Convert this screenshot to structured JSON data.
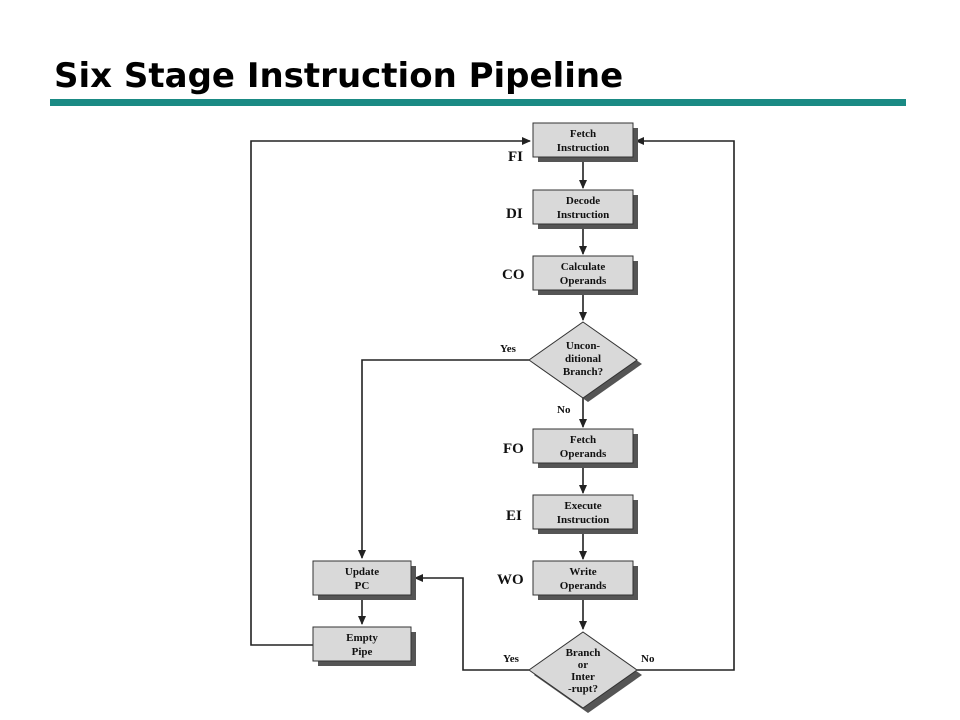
{
  "slide": {
    "title": "Six Stage Instruction Pipeline",
    "accent_color": "#1a8a84"
  },
  "diagram": {
    "stages": [
      {
        "id": "fi",
        "code": "FI",
        "line1": "Fetch",
        "line2": "Instruction"
      },
      {
        "id": "di",
        "code": "DI",
        "line1": "Decode",
        "line2": "Instruction"
      },
      {
        "id": "co",
        "code": "CO",
        "line1": "Calculate",
        "line2": "Operands"
      },
      {
        "id": "fo",
        "code": "FO",
        "line1": "Fetch",
        "line2": "Operands"
      },
      {
        "id": "ei",
        "code": "EI",
        "line1": "Execute",
        "line2": "Instruction"
      },
      {
        "id": "wo",
        "code": "WO",
        "line1": "Write",
        "line2": "Operands"
      }
    ],
    "decision_uncond": {
      "lines": [
        "Uncon-",
        "ditional",
        "Branch?"
      ],
      "yes_label": "Yes",
      "no_label": "No"
    },
    "decision_branch": {
      "lines": [
        "Branch",
        "or",
        "Inter",
        "-rupt?"
      ],
      "yes_label": "Yes",
      "no_label": "No"
    },
    "update_pc": {
      "line1": "Update",
      "line2": "PC"
    },
    "empty_pipe": {
      "line1": "Empty",
      "line2": "Pipe"
    },
    "box_fill": "#d9d9d9",
    "shadow_color": "#555555"
  }
}
